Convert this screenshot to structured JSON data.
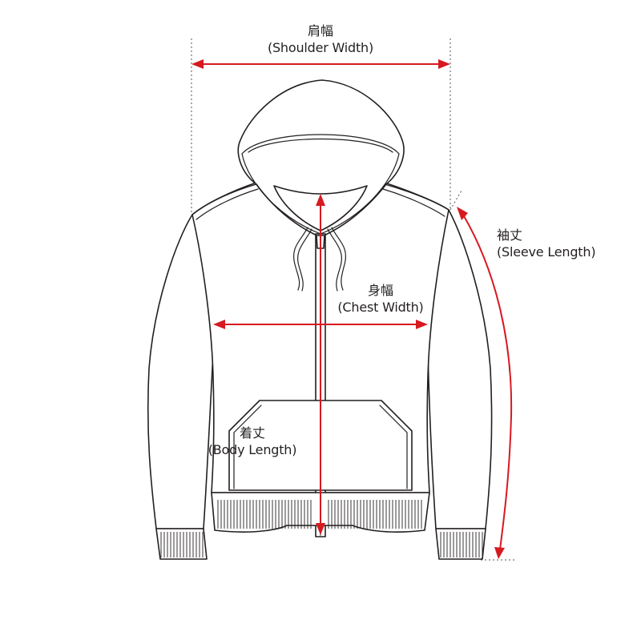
{
  "measurements": {
    "shoulder_width": {
      "jp": "肩幅",
      "en": "(Shoulder Width)"
    },
    "sleeve_length": {
      "jp": "袖丈",
      "en": "(Sleeve Length)"
    },
    "chest_width": {
      "jp": "身幅",
      "en": "(Chest Width)"
    },
    "body_length": {
      "jp": "着丈",
      "en": "(Body Length)"
    }
  },
  "colors": {
    "arrow": "#d71920",
    "outline": "#231f20",
    "background": "#ffffff"
  }
}
